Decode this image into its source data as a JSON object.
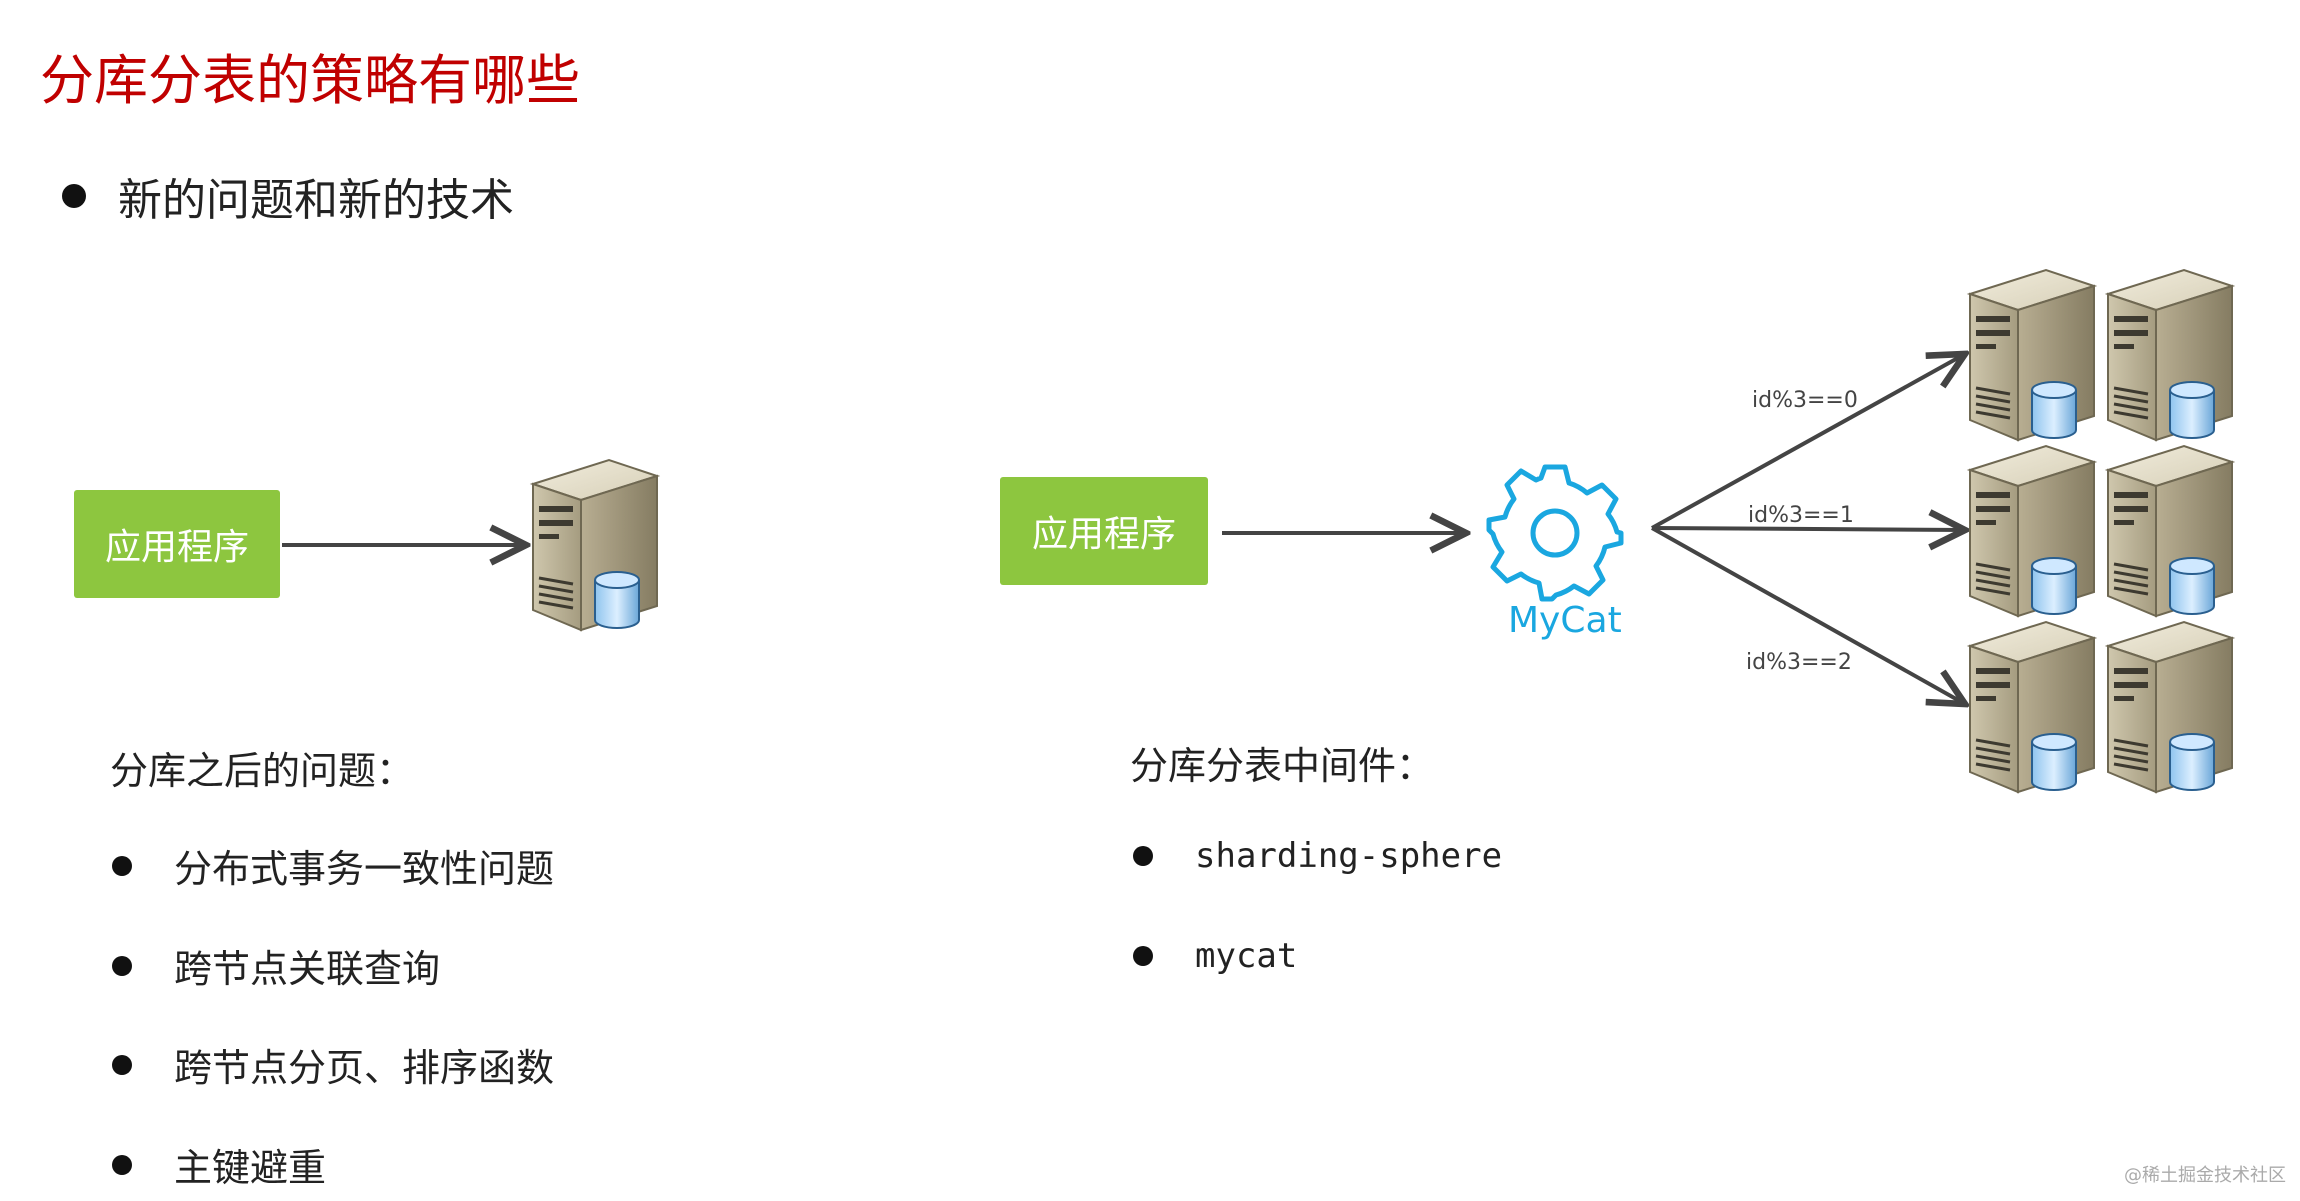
{
  "title": "分库分表的策略有哪些",
  "top_bullet": "新的问题和新的技术",
  "left_diagram": {
    "app_label": "应用程序"
  },
  "right_diagram": {
    "app_label": "应用程序",
    "middleware_label": "MyCat",
    "routes": [
      "id%3==0",
      "id%3==1",
      "id%3==2"
    ]
  },
  "left_section": {
    "heading": "分库之后的问题：",
    "items": [
      "分布式事务一致性问题",
      "跨节点关联查询",
      "跨节点分页、排序函数",
      "主键避重"
    ]
  },
  "right_section": {
    "heading": "分库分表中间件：",
    "items": [
      "sharding-sphere",
      "mycat"
    ]
  },
  "watermark": "@稀土掘金技术社区"
}
